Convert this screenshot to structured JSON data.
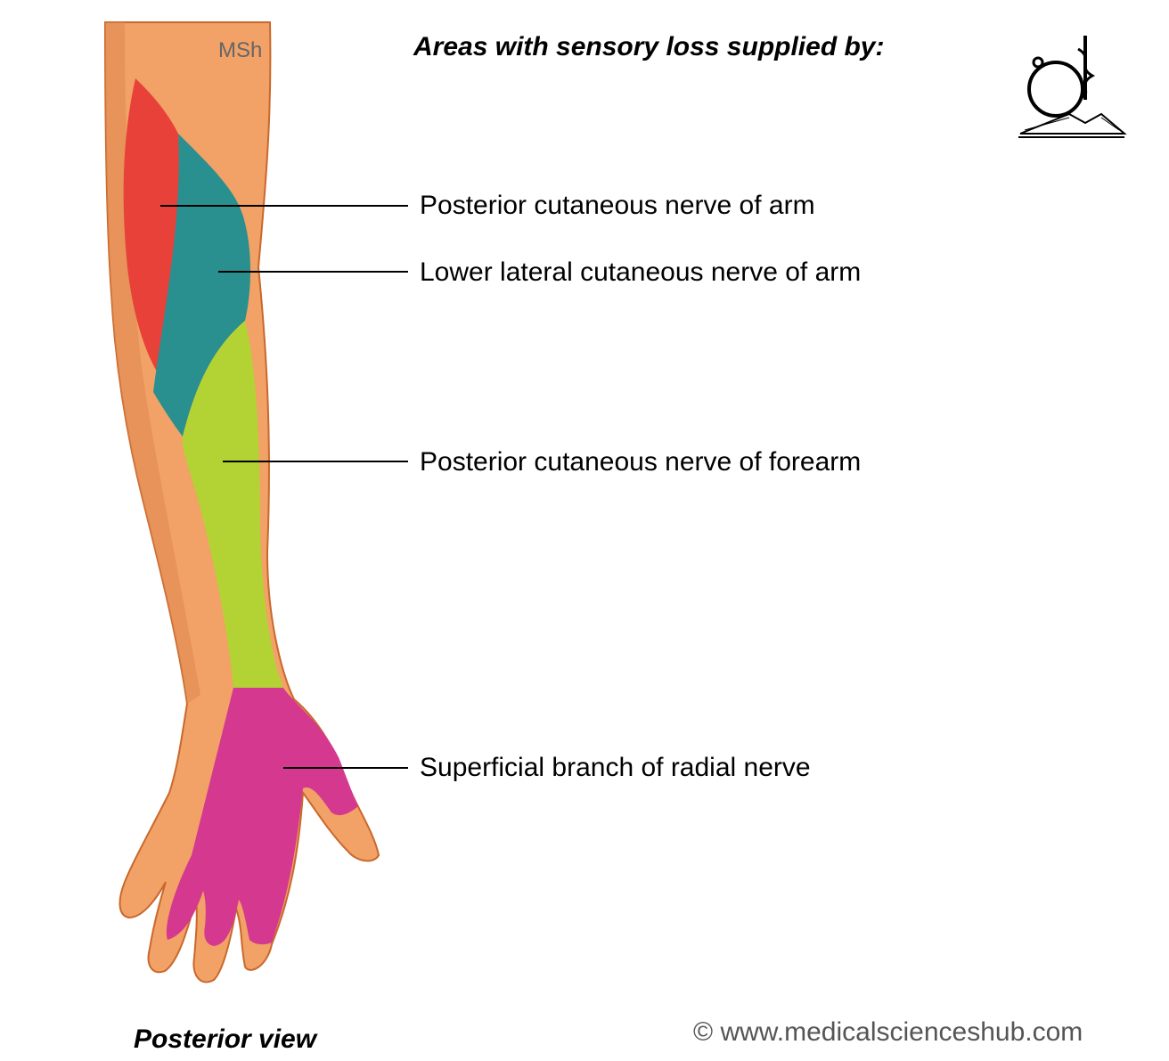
{
  "title": "Areas with sensory loss supplied by:",
  "watermark": "MSh",
  "labels": [
    {
      "text": "Posterior cutaneous nerve of arm",
      "color": "#e8413a"
    },
    {
      "text": "Lower lateral cutaneous nerve of arm",
      "color": "#2a8f8f"
    },
    {
      "text": "Posterior cutaneous nerve of forearm",
      "color": "#b3d334"
    },
    {
      "text": "Superficial branch of radial nerve",
      "color": "#d4398f"
    }
  ],
  "view_label": "Posterior view",
  "copyright": "© www.medicalscienceshub.com",
  "colors": {
    "skin": "#f2a167",
    "skin_dark": "#d9783a",
    "heart": "#e3262e"
  }
}
